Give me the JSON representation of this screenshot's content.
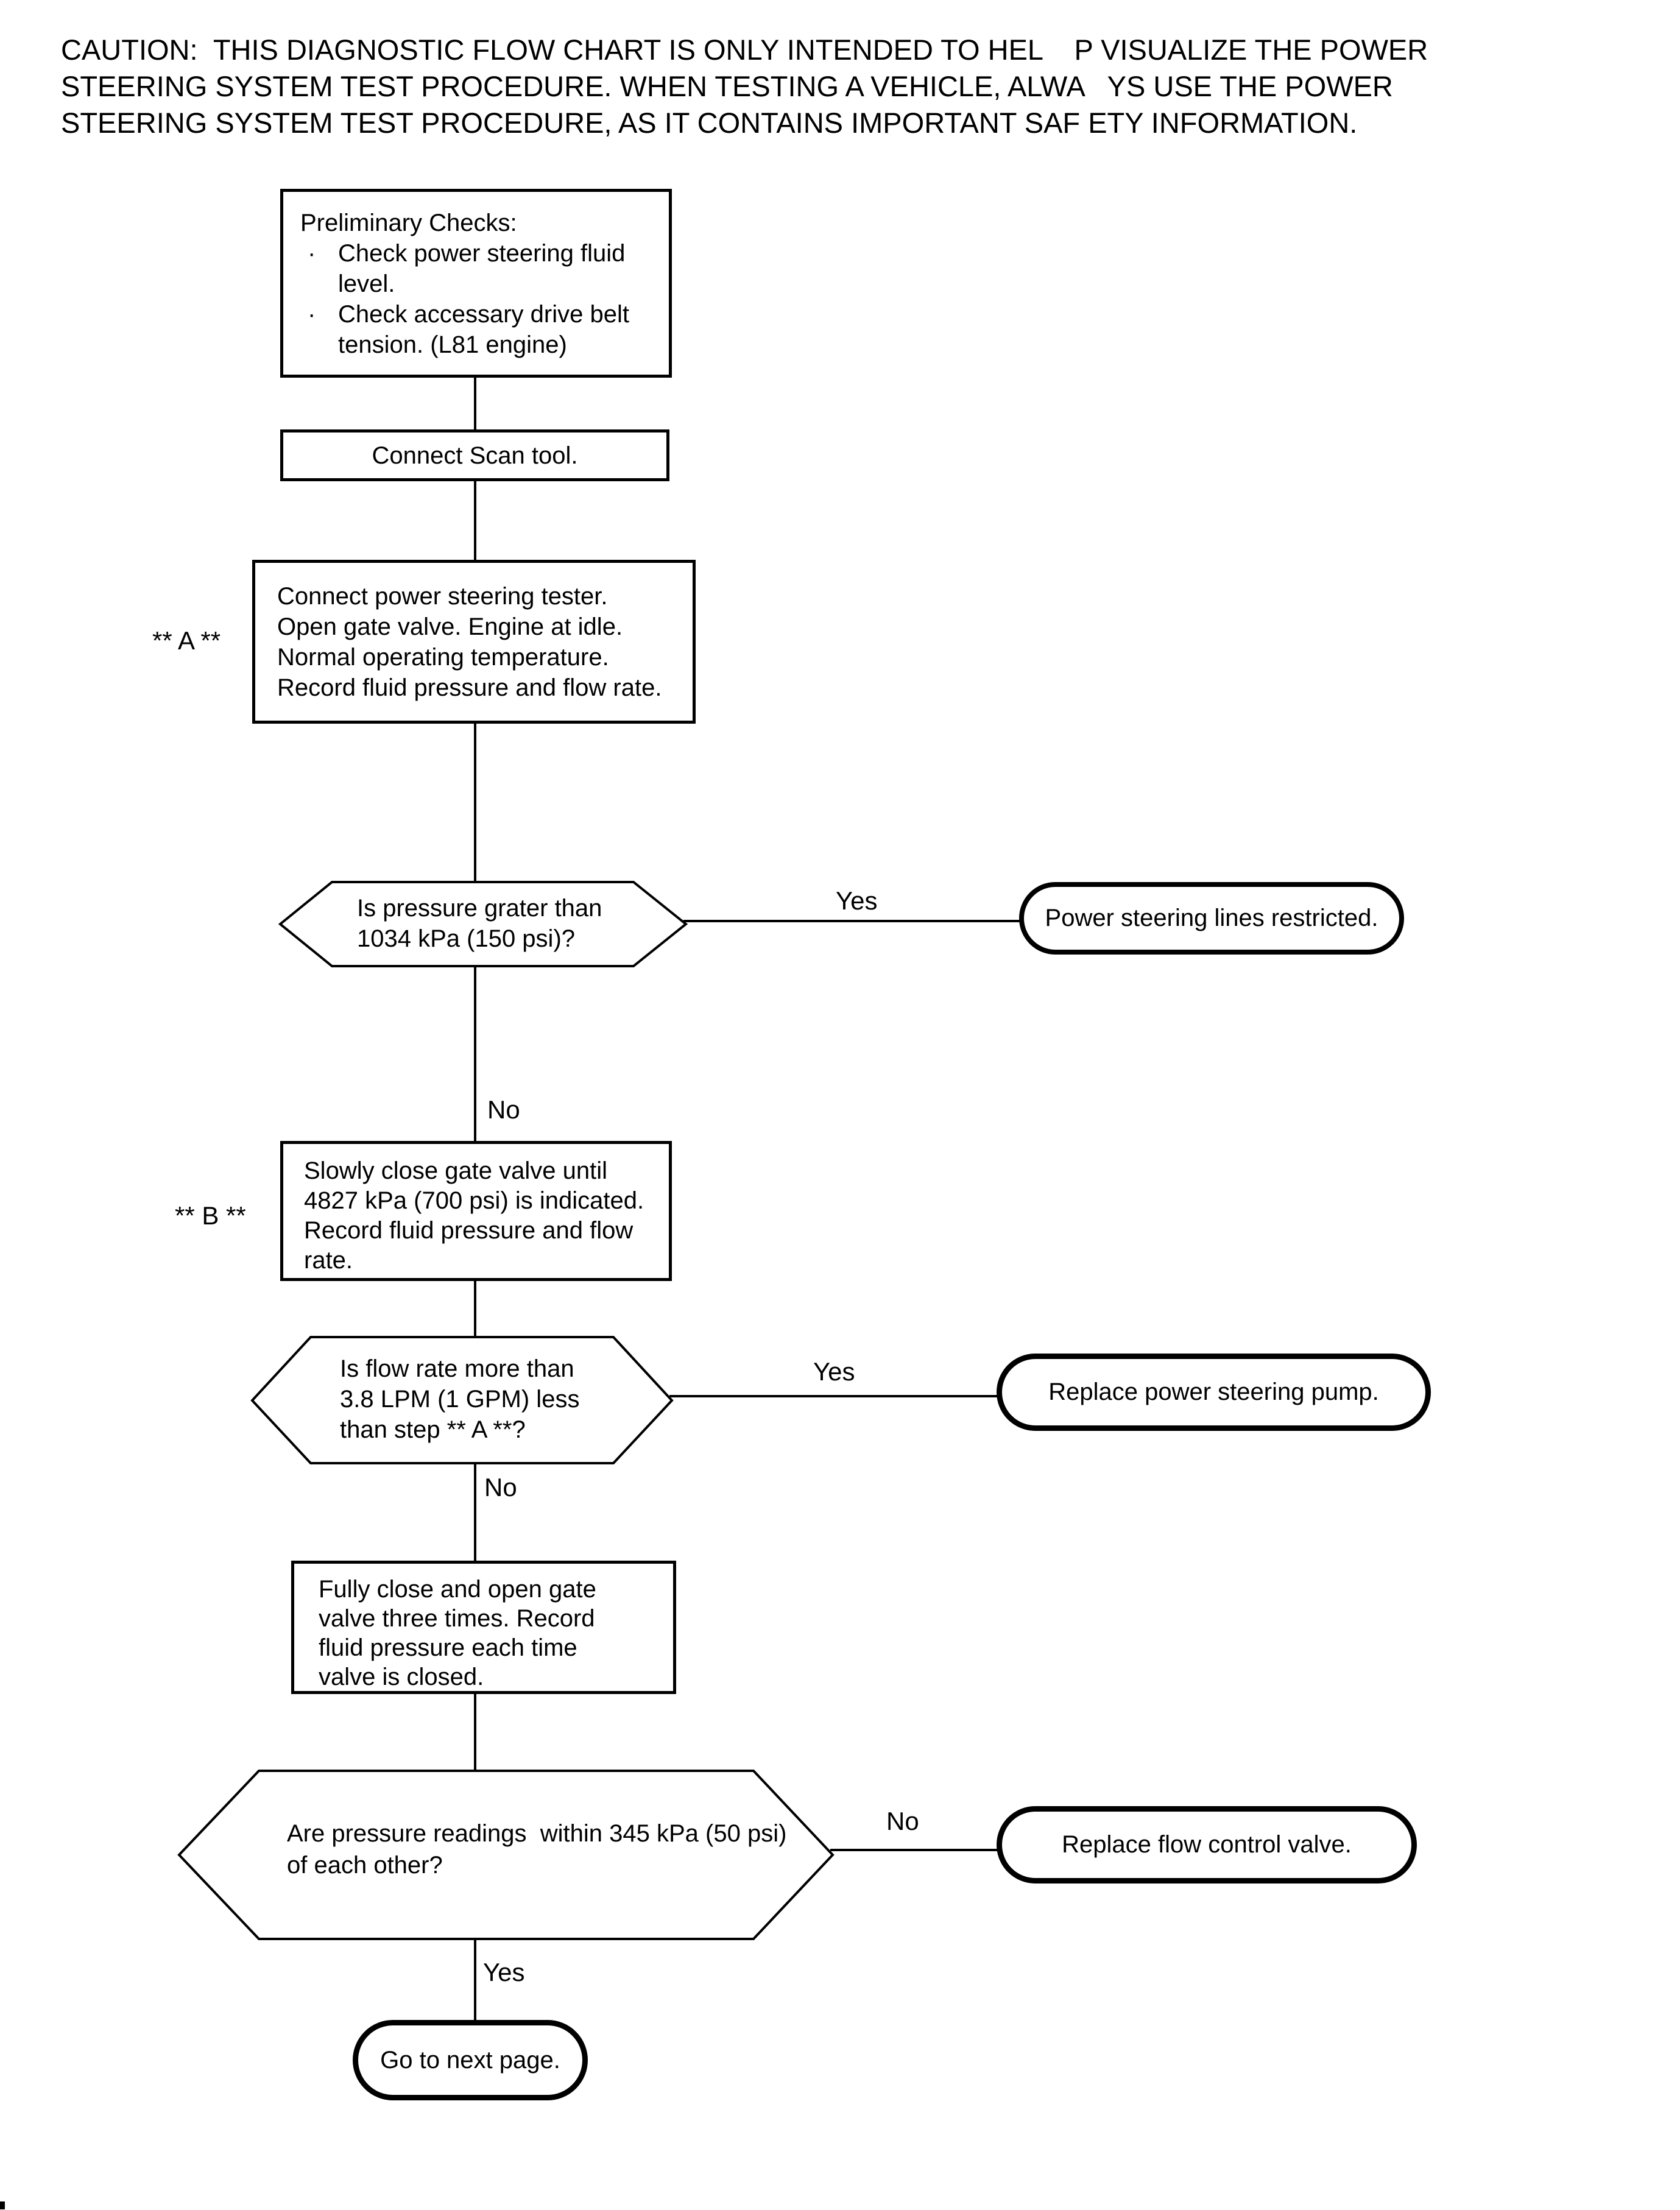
{
  "page": {
    "background": "#ffffff",
    "ink": "#000000"
  },
  "caution": {
    "lines": [
      "CAUTION:  THIS DIAGNOSTIC FLOW CHART IS ONLY INTENDED TO HEL    P VISUALIZE THE POWER",
      "STEERING SYSTEM TEST PROCEDURE. WHEN TESTING A VEHICLE, ALWA   YS USE THE POWER",
      "STEERING SYSTEM TEST PROCEDURE, AS IT CONTAINS IMPORTANT SAF ETY INFORMATION."
    ]
  },
  "markers": {
    "a": "** A **",
    "b": "** B **",
    "bullet_char": "·"
  },
  "edge_labels": {
    "yes1": "Yes",
    "no1": "No",
    "yes2": "Yes",
    "no2": "No",
    "no3": "No",
    "yes3": "Yes"
  },
  "nodes": {
    "preliminary": {
      "title": "Preliminary Checks:",
      "bullets": [
        "Check power steering fluid level.",
        "Check accessary drive belt tension. (L81 engine)"
      ]
    },
    "connect_scan": {
      "text": "Connect Scan tool."
    },
    "connect_tester": {
      "lines": [
        "Connect power steering tester.",
        "Open gate valve. Engine at idle.",
        "Normal operating temperature.",
        "Record fluid pressure and flow rate."
      ]
    },
    "pressure_check": {
      "lines": [
        "Is pressure grater than",
        "1034 kPa (150 psi)?"
      ]
    },
    "lines_restricted": {
      "text": "Power steering lines restricted."
    },
    "close_valve": {
      "lines": [
        "Slowly close gate valve until",
        "4827 kPa (700 psi) is indicated.",
        "Record fluid pressure and flow",
        "rate."
      ]
    },
    "flow_rate_check": {
      "lines": [
        "Is flow rate more than",
        "3.8 LPM (1 GPM) less",
        "than step ** A **?"
      ]
    },
    "replace_pump": {
      "text": "Replace power steering pump."
    },
    "cycle_valve": {
      "lines": [
        "Fully close and open gate",
        "valve three times. Record",
        "fluid pressure each time",
        "valve is closed."
      ]
    },
    "readings_check": {
      "lines": [
        "Are pressure readings  within 345 kPa (50 psi)",
        "of each other?"
      ]
    },
    "replace_valve": {
      "text": "Replace flow control valve."
    },
    "next_page": {
      "text": "Go to next page."
    }
  }
}
